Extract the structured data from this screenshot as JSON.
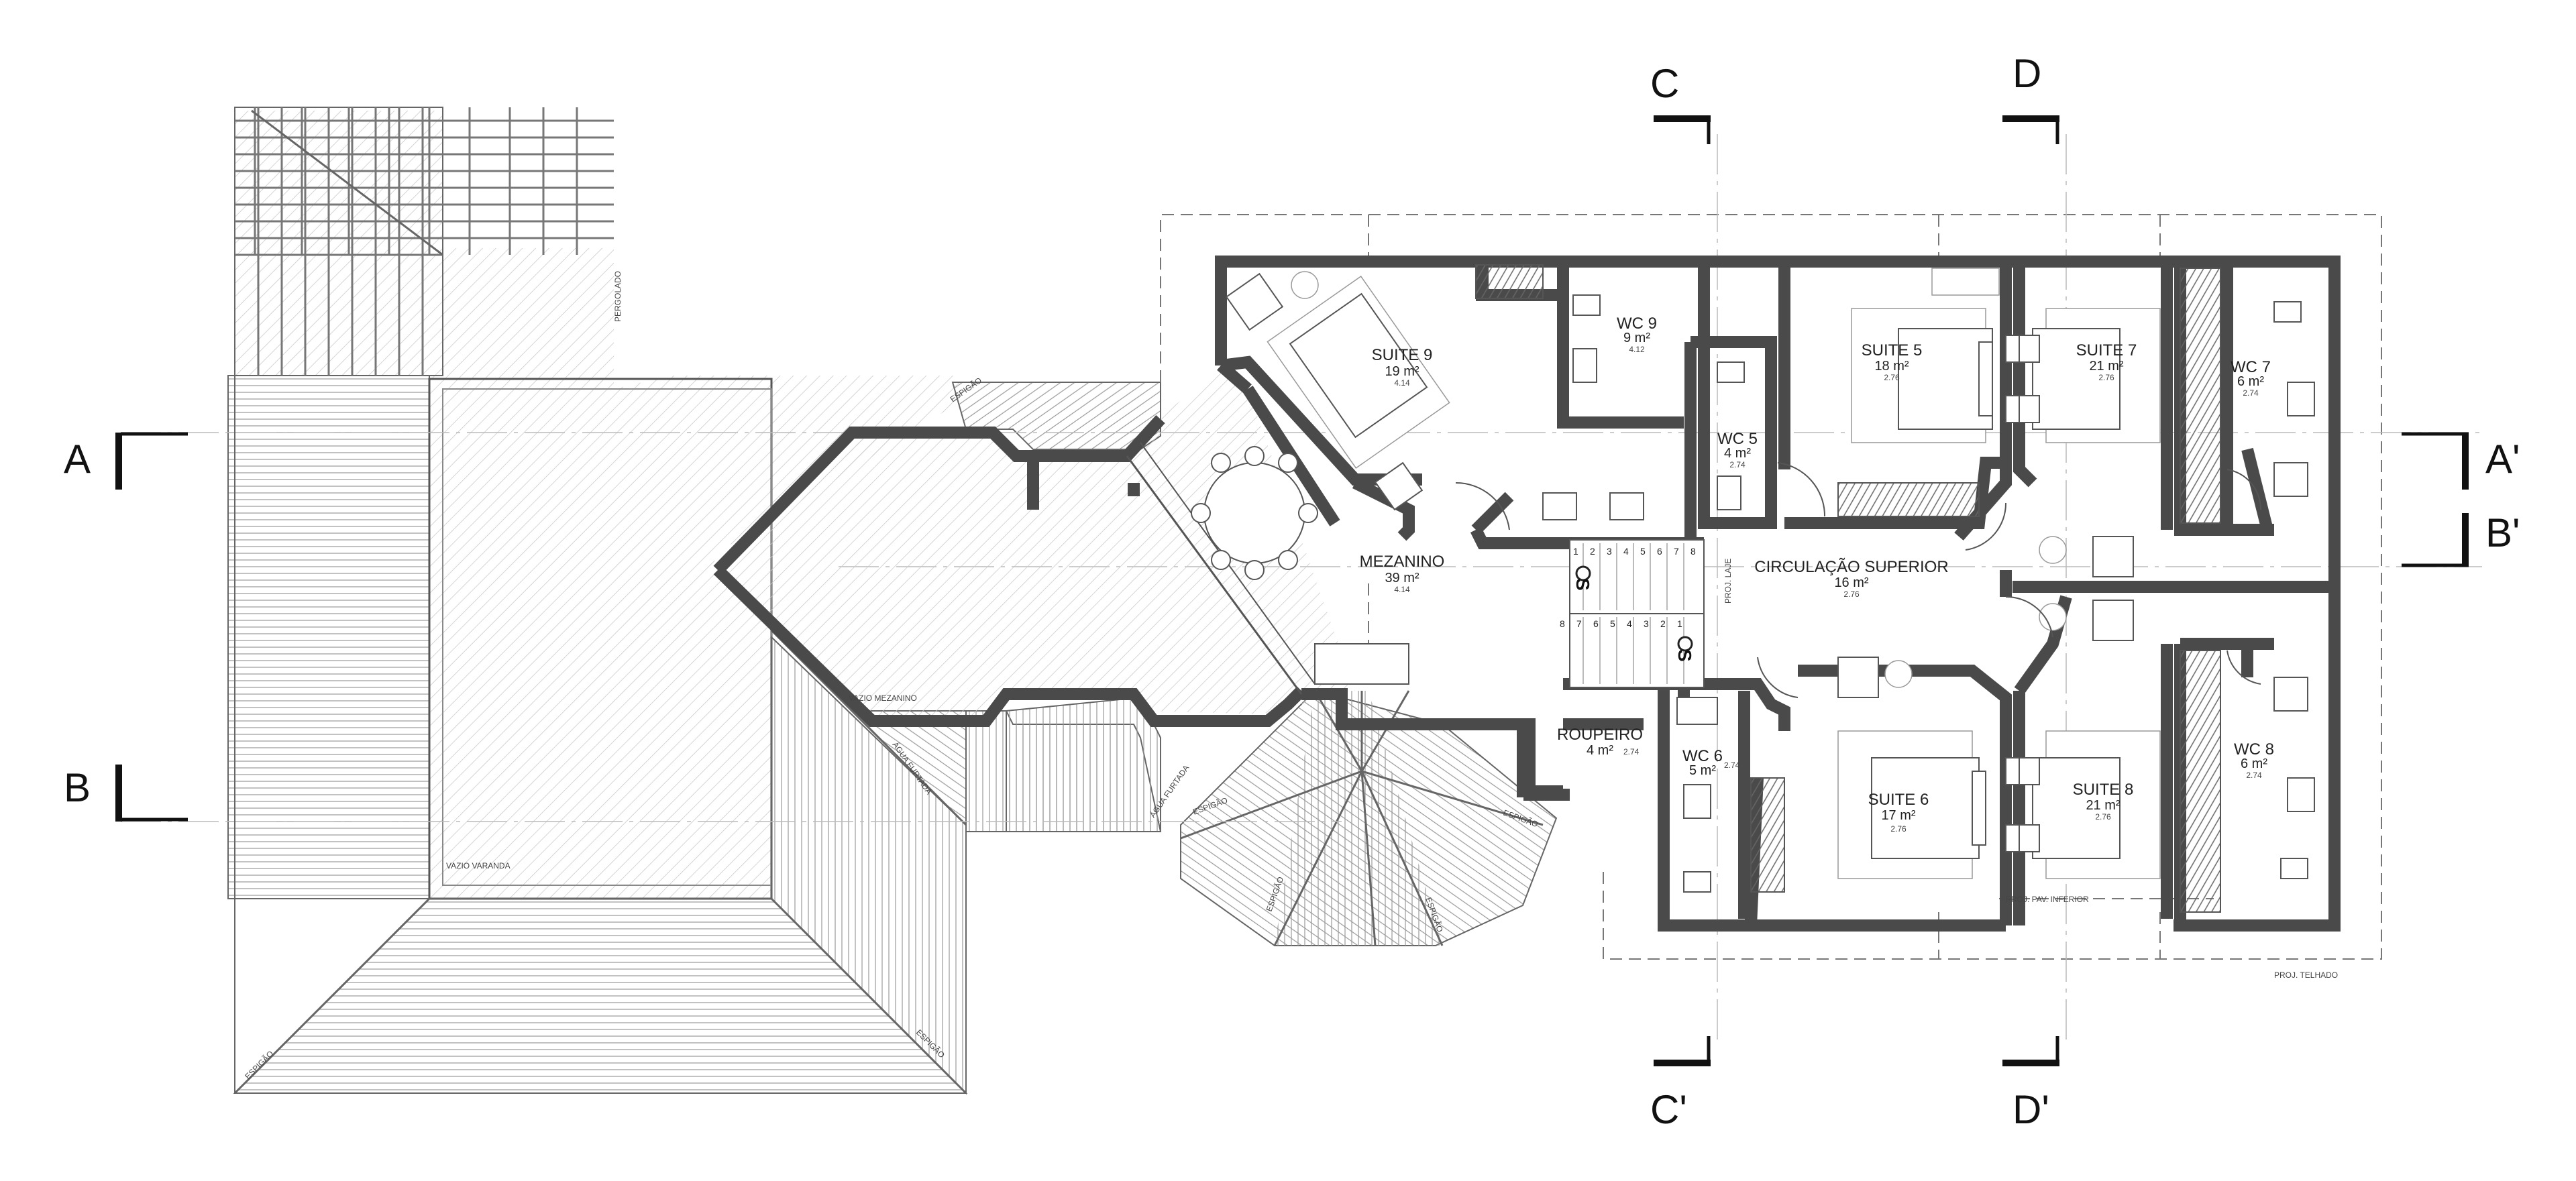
{
  "sections": [
    {
      "id": "A",
      "label": "A"
    },
    {
      "id": "A2",
      "label": "A'"
    },
    {
      "id": "B",
      "label": "B"
    },
    {
      "id": "B2",
      "label": "B'"
    },
    {
      "id": "C",
      "label": "C"
    },
    {
      "id": "C2",
      "label": "C'"
    },
    {
      "id": "D",
      "label": "D"
    },
    {
      "id": "D2",
      "label": "D'"
    }
  ],
  "rooms": {
    "suite9": {
      "name": "SUITE 9",
      "area": "19 m²",
      "height": "4.14"
    },
    "wc9": {
      "name": "WC 9",
      "area": "9 m²",
      "height": "4.12"
    },
    "suite5": {
      "name": "SUITE 5",
      "area": "18 m²",
      "height": "2.76"
    },
    "suite7": {
      "name": "SUITE 7",
      "area": "21 m²",
      "height": "2.76"
    },
    "wc7": {
      "name": "WC 7",
      "area": "6 m²",
      "height": "2.74"
    },
    "wc5": {
      "name": "WC 5",
      "area": "4 m²",
      "height": "2.74"
    },
    "mezanino": {
      "name": "MEZANINO",
      "area": "39 m²",
      "height": "4.14"
    },
    "circulacao": {
      "name": "CIRCULAÇÃO SUPERIOR",
      "area": "16 m²",
      "height": "2.76"
    },
    "roupeiro": {
      "name": "ROUPEIRO",
      "area": "4 m²",
      "height": "2.74"
    },
    "wc6": {
      "name": "WC 6",
      "area": "5 m²",
      "height": "2.74"
    },
    "suite6": {
      "name": "SUITE 6",
      "area": "17 m²",
      "height": "2.76"
    },
    "suite8": {
      "name": "SUITE 8",
      "area": "21 m²",
      "height": "2.76"
    },
    "wc8": {
      "name": "WC 8",
      "area": "6 m²",
      "height": "2.74"
    }
  },
  "notes": {
    "pergolado": "PERGOLADO",
    "espigao": "ESPIGÃO",
    "vazio_mezanino": "VAZIO MEZANINO",
    "vazio_varanda": "VAZIO VARANDA",
    "agua_furtada": "ÁGUA FURTADA",
    "proj_laje": "PROJ. LAJE",
    "proj_pav_inferior": "PROJ. PAV. INFERIOR",
    "proj_telhado": "PROJ. TELHADO"
  },
  "stairs": {
    "upper": [
      "1",
      "2",
      "3",
      "4",
      "5",
      "6",
      "7",
      "8"
    ],
    "lower": [
      "8",
      "7",
      "6",
      "5",
      "4",
      "3",
      "2",
      "1"
    ],
    "marker": "S"
  }
}
